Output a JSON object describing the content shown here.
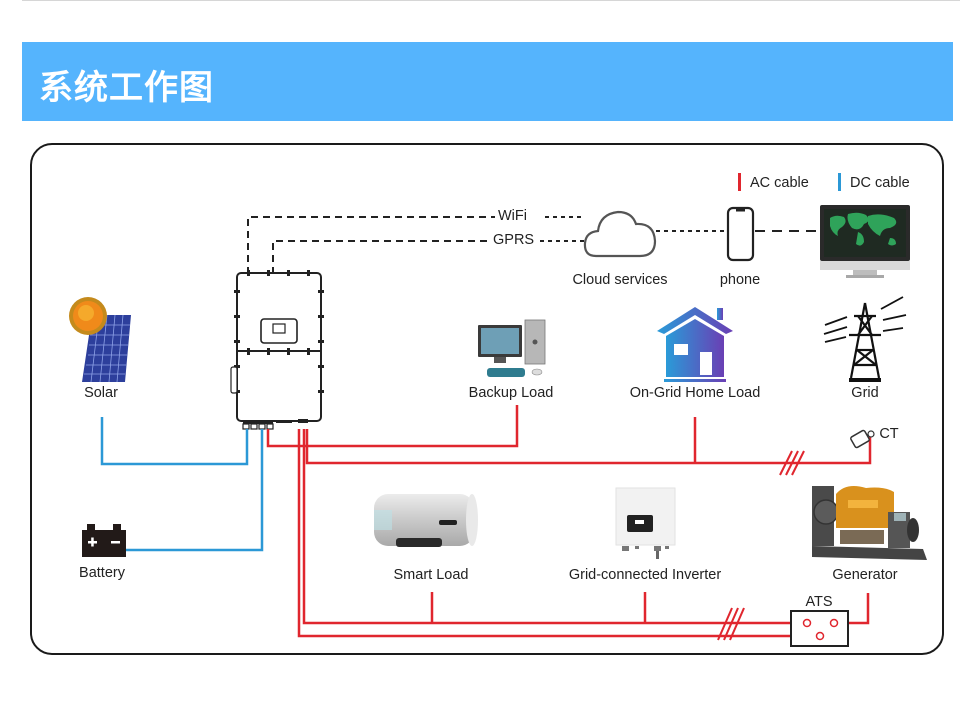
{
  "page": {
    "title": "系统工作图"
  },
  "legend": {
    "ac": {
      "label": "AC cable",
      "color": "#e0262e"
    },
    "dc": {
      "label": "DC cable",
      "color": "#2b98d6"
    }
  },
  "communication": {
    "wifi_label": "WiFi",
    "gprs_label": "GPRS"
  },
  "components": {
    "cloud": {
      "label": "Cloud services",
      "icon": "cloud-icon"
    },
    "phone": {
      "label": "phone",
      "icon": "phone-icon"
    },
    "monitor": {
      "label": "",
      "icon": "monitor-icon"
    },
    "solar": {
      "label": "Solar",
      "icon": "solar-panel-icon"
    },
    "inverter": {
      "label": "",
      "icon": "hybrid-inverter-icon"
    },
    "backup_load": {
      "label": "Backup Load",
      "icon": "desktop-computer-icon"
    },
    "home_load": {
      "label": "On-Grid Home Load",
      "icon": "house-icon"
    },
    "grid": {
      "label": "Grid",
      "icon": "power-tower-icon"
    },
    "ct": {
      "label": "CT",
      "icon": "current-transformer-icon"
    },
    "battery": {
      "label": "Battery",
      "icon": "battery-icon"
    },
    "smart_load": {
      "label": "Smart Load",
      "icon": "water-heater-icon"
    },
    "grid_inverter": {
      "label": "Grid-connected Inverter",
      "icon": "string-inverter-icon"
    },
    "generator": {
      "label": "Generator",
      "icon": "generator-icon"
    },
    "ats": {
      "label": "ATS",
      "icon": "ats-switch-icon"
    }
  },
  "colors": {
    "banner": "#55b4fd",
    "ac_cable": "#e0262e",
    "dc_cable": "#2b98d6"
  }
}
